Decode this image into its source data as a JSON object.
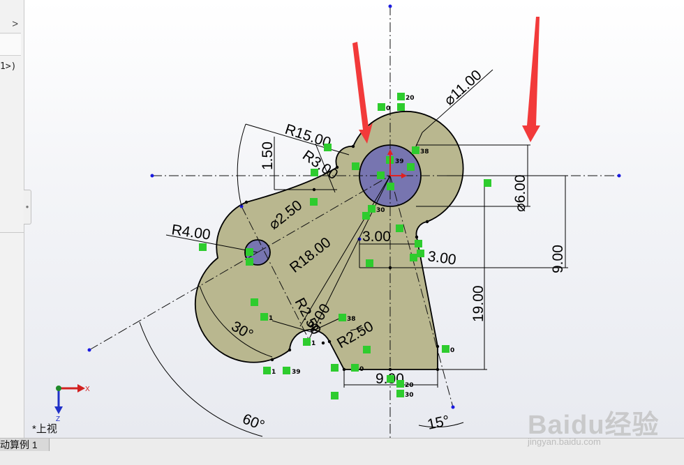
{
  "left_panel": {
    "expand_glyph": ">",
    "config_text": "1>)"
  },
  "view": {
    "label": "*上视"
  },
  "axis": {
    "x_label": "X",
    "z_label": "Z"
  },
  "tabs": [
    {
      "label": "动算例 1"
    }
  ],
  "dimensions": {
    "d_diameter_11": "⌀11.00",
    "d_radius_15": "R15.00",
    "d_radius_3": "R3.00",
    "d_len_1_5": "1.50",
    "d_diameter_2_5": "⌀2.50",
    "d_radius_4": "R4.00",
    "d_radius_18": "R18.00",
    "d_len_3_left": "3.00",
    "d_len_3_right": "3.00",
    "d_diameter_6": "⌀6.00",
    "d_len_9_vert": "9.00",
    "d_len_19": "19.00",
    "d_radius_2_5_a": "R2.50",
    "d_radius_2_5_b": "R2.50",
    "d_radius_8": "8.00",
    "d_len_9_horiz": "9.00",
    "d_angle_30": "30°",
    "d_angle_60": "60°",
    "d_angle_15": "15°"
  },
  "relation_tags": [
    "0",
    "20",
    "38",
    "39",
    "30",
    "1",
    "38",
    "1",
    "1",
    "39",
    "0",
    "20",
    "30",
    "0"
  ],
  "watermark": {
    "logo": "Baidu经验",
    "url": "jingyan.baidu.com"
  },
  "colors": {
    "part_fill": "#b9b78f",
    "hole_fill": "#7775b0",
    "relation_green": "#2ecc2e",
    "annotation_arrow": "#f23a3a",
    "origin_red": "#e02020"
  }
}
